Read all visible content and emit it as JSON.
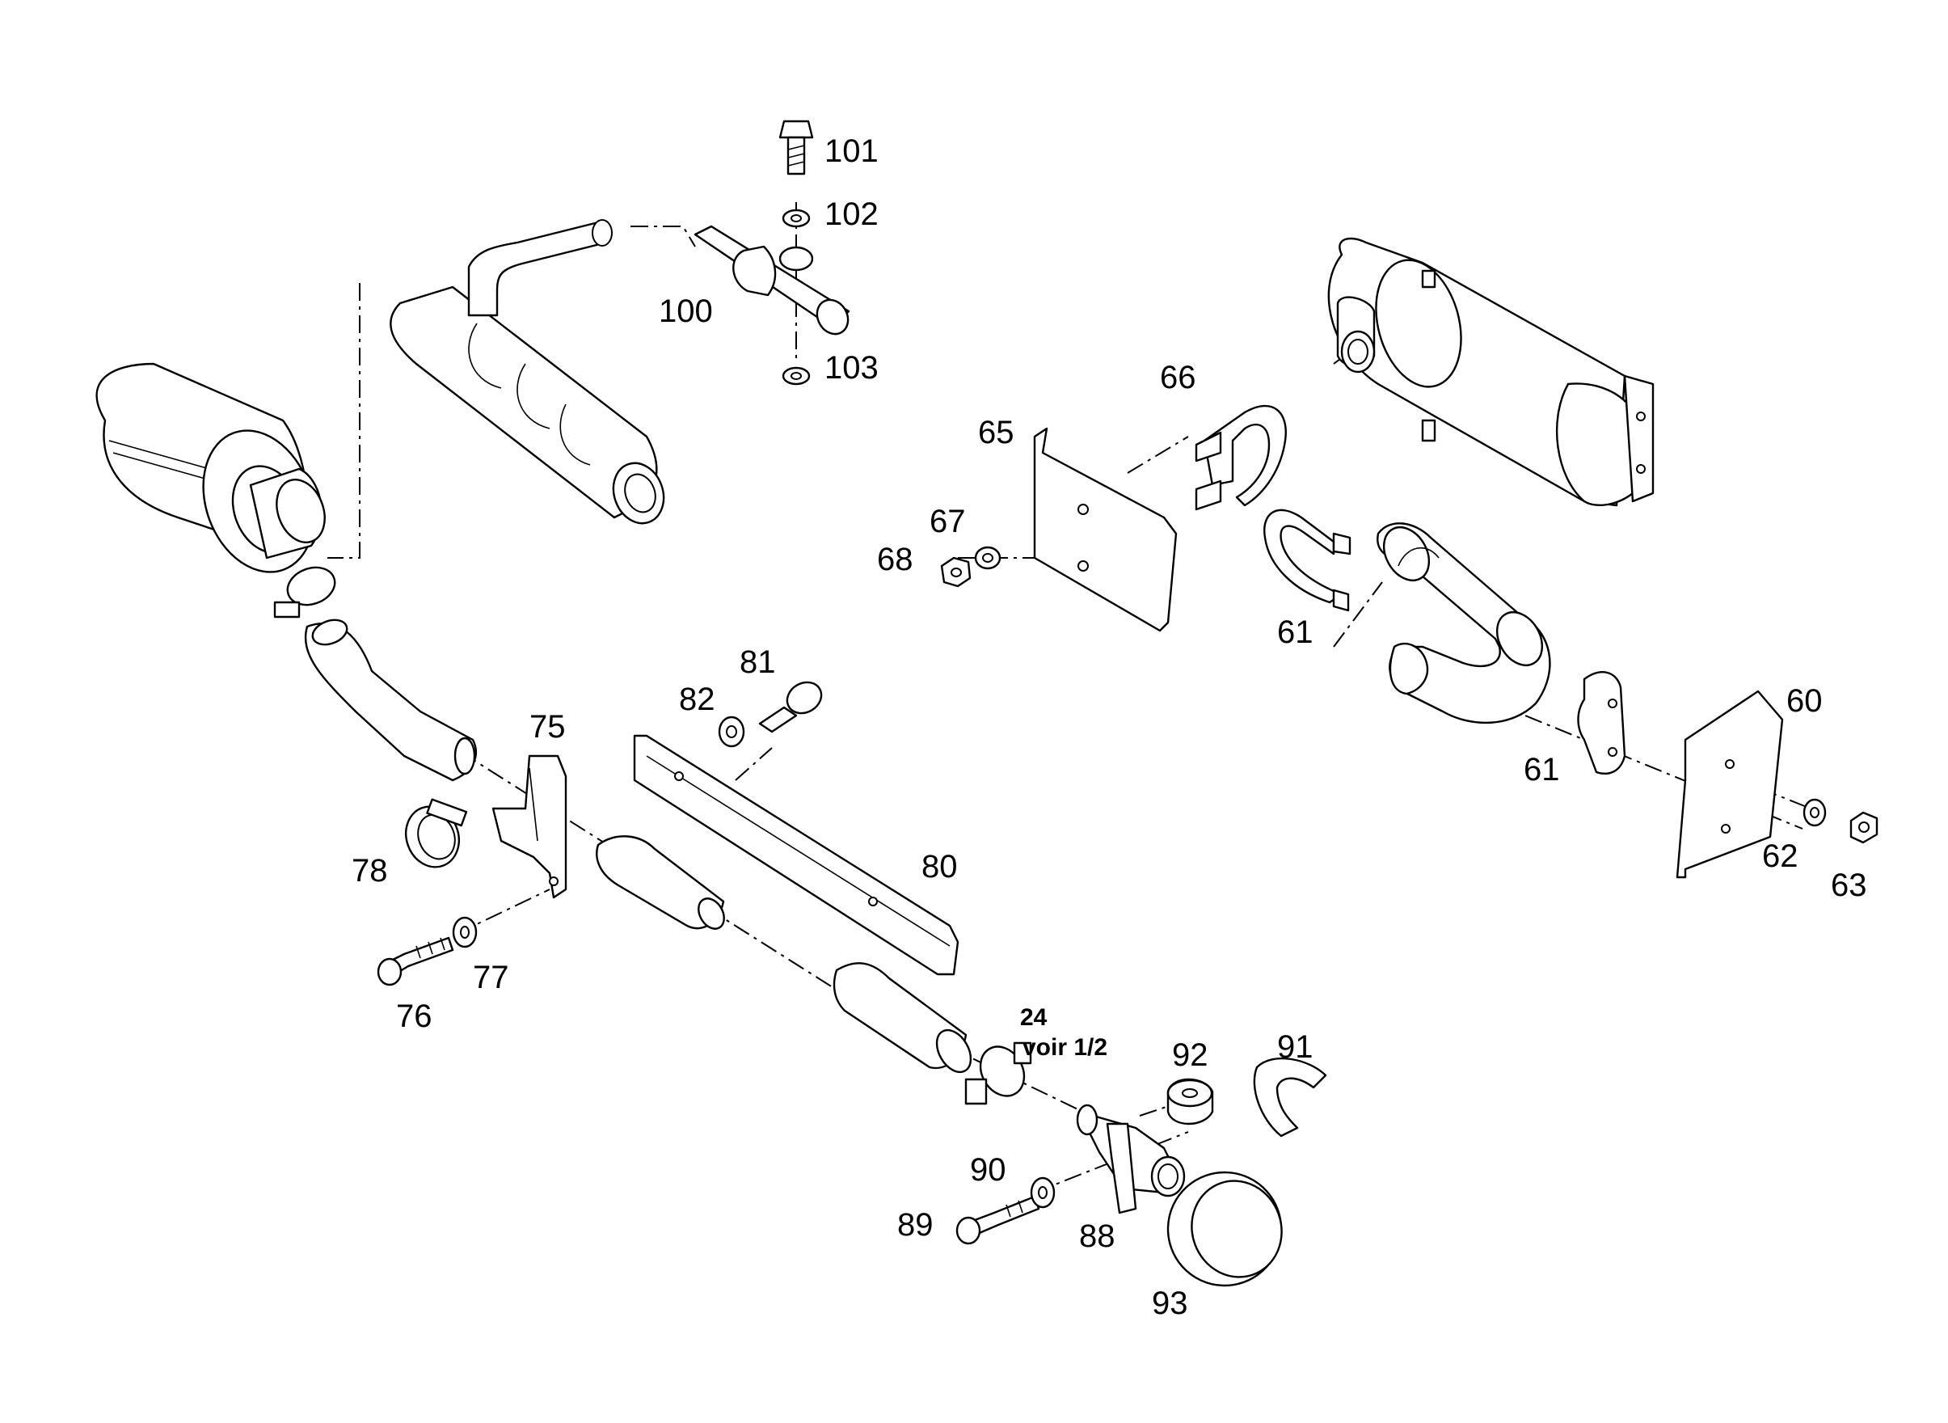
{
  "diagram": {
    "callouts": {
      "p60": "60",
      "p61a": "61",
      "p61b": "61",
      "p62": "62",
      "p63": "63",
      "p65": "65",
      "p66": "66",
      "p67": "67",
      "p68": "68",
      "p75": "75",
      "p76": "76",
      "p77": "77",
      "p78": "78",
      "p80": "80",
      "p81": "81",
      "p82": "82",
      "p88": "88",
      "p89": "89",
      "p90": "90",
      "p91": "91",
      "p92": "92",
      "p93": "93",
      "p100": "100",
      "p101": "101",
      "p102": "102",
      "p103": "103"
    },
    "note": {
      "ref": "24",
      "text": "voir 1/2"
    }
  }
}
